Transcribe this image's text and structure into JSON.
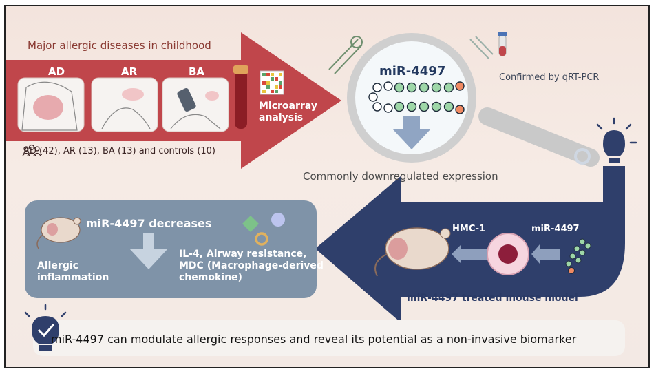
{
  "header": {
    "title": "Major allergic diseases in childhood"
  },
  "diseases": {
    "ad": "AD",
    "ar": "AR",
    "ba": "BA"
  },
  "microarray": "Microarray analysis",
  "cohort": "AD (42), AR (13), BA (13) and controls (10)",
  "mirna": {
    "name": "miR-4497",
    "confirmed": "Confirmed by qRT-PCR",
    "expression": "Commonly downregulated expression"
  },
  "findings": {
    "title": "miR-4497 decreases",
    "left": "Allergic inflammation",
    "right": "IL-4, Airway resistance, MDC (Macrophage-derived chemokine)"
  },
  "mouse": {
    "cell": "HMC-1",
    "treatment": "miR-4497",
    "model": "miR-4497 treated mouse model"
  },
  "conclusion": "miR-4497 can modulate allergic responses and reveal its potential as a non-invasive biomarker",
  "colors": {
    "red_arrow": "#c0464b",
    "navy_arrow": "#2f3f6b",
    "gray_box": "#7f93a8",
    "magnifier": "#cfcfcf"
  }
}
